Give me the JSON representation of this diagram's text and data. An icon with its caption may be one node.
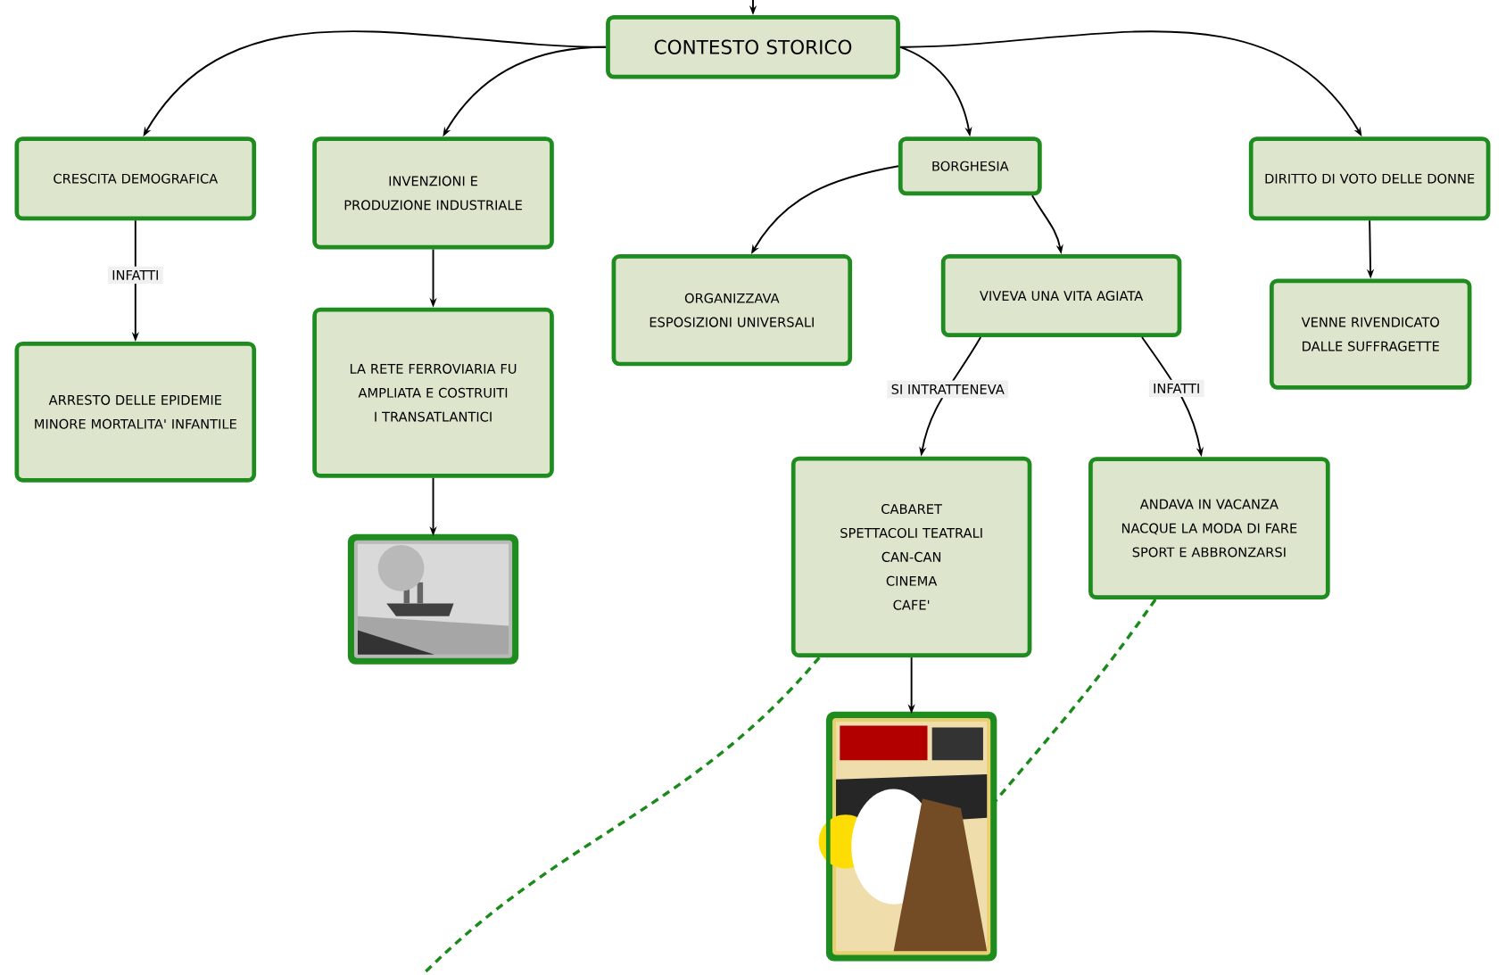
{
  "diagram": {
    "nodes": [
      {
        "text": [
          "CONTESTO STORICO"
        ]
      },
      {
        "text": [
          "CRESCITA DEMOGRAFICA"
        ]
      },
      {
        "text": [
          "INVENZIONI E PRODUZIONE INDUSTRIALE"
        ]
      },
      {
        "text": [
          "BORGHESIA"
        ]
      },
      {
        "text": [
          "DIRITTO DI VOTO DELLE DONNE"
        ]
      },
      {
        "text": [
          "ARRESTO DELLE EPIDEMIE MINORE MORTALITA' INFANTILE"
        ]
      },
      {
        "text": [
          "LA RETE FERROVIARIA FU AMPLIATA E COSTRUITI I TRANSATLANTICI"
        ]
      },
      {
        "text": [
          "ORGANIZZAVA ESPOSIZIONI UNIVERSALI"
        ]
      },
      {
        "text": [
          "VIVEVA UNA VITA AGIATA"
        ]
      },
      {
        "text": [
          "VENNE RIVENDICATO DALLE SUFFRAGETTE"
        ]
      },
      {
        "text": [],
        "shape": "picture"
      },
      {
        "text": [
          "CABARET SPETTACOLI TEATRALI",
          "CAN-CAN",
          "CINEMA",
          "CAFE'"
        ]
      },
      {
        "text": [
          "ANDAVA IN VACANZA NACQUE LA MODA DI FARE SPORT E ABBRONZARSI"
        ]
      },
      {
        "text": [],
        "shape": "picture"
      }
    ],
    "edges": [
      {
        "from": null,
        "to": 0,
        "arrow": "to"
      },
      {
        "from": 0,
        "to": 1,
        "arrow": "to"
      },
      {
        "from": 0,
        "to": 2,
        "arrow": "to"
      },
      {
        "from": 0,
        "to": 3,
        "arrow": "to"
      },
      {
        "from": 0,
        "to": 4,
        "arrow": "to"
      },
      {
        "from": 1,
        "to": 5,
        "arrow": "to",
        "label": "INFATTI"
      },
      {
        "from": 2,
        "to": 6,
        "arrow": "to"
      },
      {
        "from": 6,
        "to": 10,
        "arrow": "to"
      },
      {
        "from": 3,
        "to": 7,
        "arrow": "to"
      },
      {
        "from": 3,
        "to": 8,
        "arrow": "to"
      },
      {
        "from": 4,
        "to": 9,
        "arrow": "to"
      },
      {
        "from": 8,
        "to": 11,
        "arrow": "to",
        "label": "SI INTRATTENEVA"
      },
      {
        "from": 8,
        "to": 12,
        "arrow": "to",
        "label": "INFATTI"
      },
      {
        "from": 11,
        "to": 13,
        "arrow": "to"
      },
      {
        "from": 11,
        "to": null,
        "arrow": "none",
        "style": "dashed",
        "color": "#1a8a1a"
      },
      {
        "from": 12,
        "to": 13,
        "arrow": "none",
        "style": "dashed",
        "color": "#1a8a1a"
      }
    ]
  }
}
